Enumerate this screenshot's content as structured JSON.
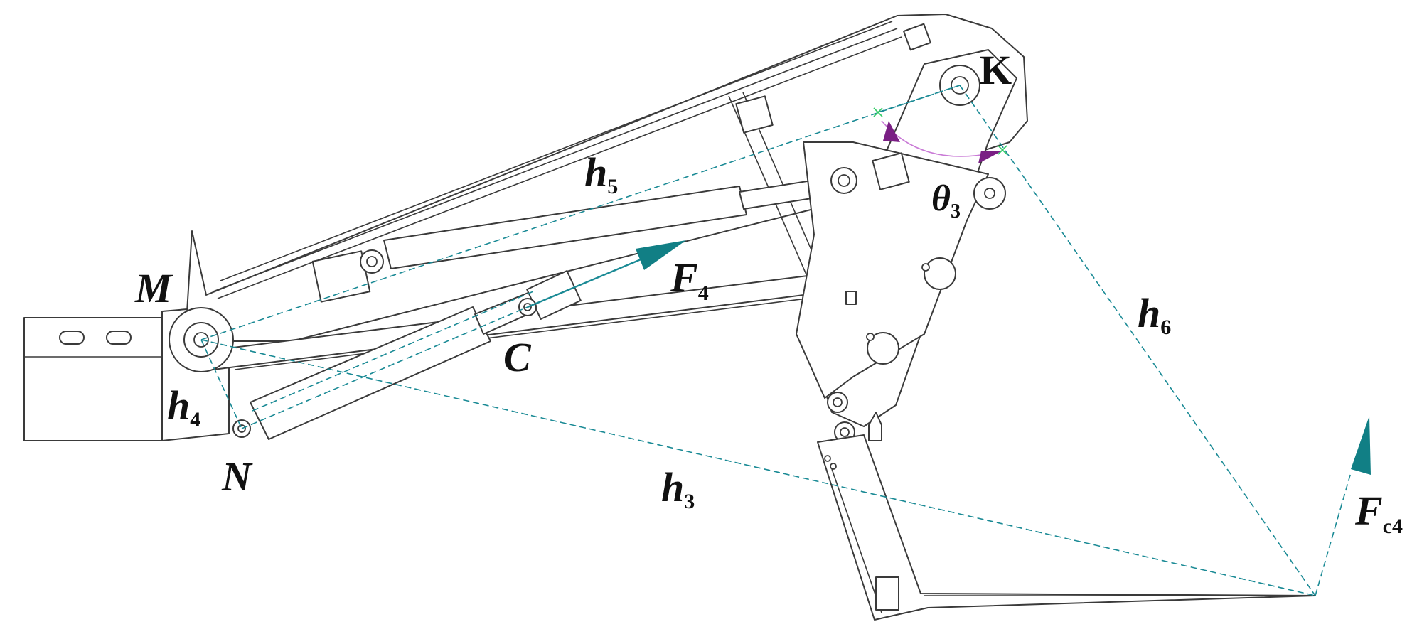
{
  "labels": {
    "M": "M",
    "N": "N",
    "C": "C",
    "K": "K",
    "h3": {
      "base": "h",
      "sub": "3"
    },
    "h4": {
      "base": "h",
      "sub": "4"
    },
    "h5": {
      "base": "h",
      "sub": "5"
    },
    "h6": {
      "base": "h",
      "sub": "6"
    },
    "F4": {
      "base": "F",
      "sub": "4"
    },
    "Fc4": {
      "base": "F",
      "sub": "c4"
    },
    "theta3": {
      "base": "θ",
      "sub": "3"
    }
  },
  "colors": {
    "dimension_line": "#1a8a95",
    "force_arrow": "#117f85",
    "angle_arc": "#c97ad6",
    "angle_arrow": "#7a1f84",
    "structure": "#3a3a3a"
  }
}
